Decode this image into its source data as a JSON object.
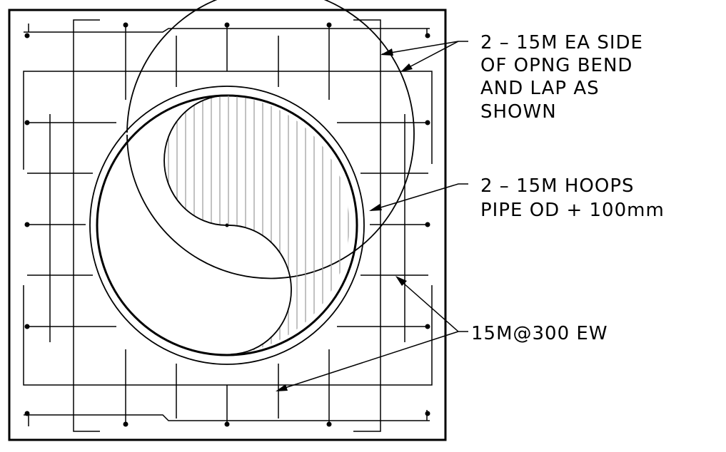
{
  "callouts": {
    "edge_bars": {
      "lines": [
        "2 – 15M EA SIDE",
        "OF OPNG BEND",
        "AND LAP AS",
        "SHOWN"
      ]
    },
    "hoops": {
      "lines": [
        "2 – 15M HOOPS",
        "PIPE OD + 100mm"
      ]
    },
    "grid_bars": {
      "lines": [
        "15M@300 EW"
      ]
    }
  },
  "colors": {
    "line": "#000000",
    "hatch": "#9a9a9a",
    "background": "#ffffff"
  }
}
